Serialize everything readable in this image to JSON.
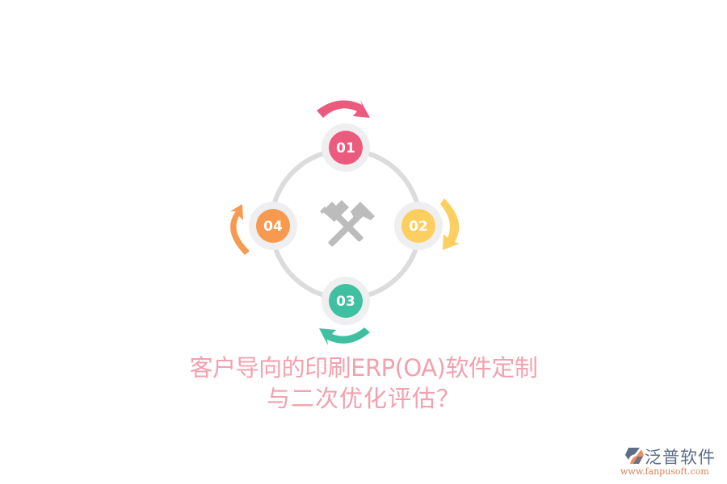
{
  "diagram": {
    "center_icon": "crossed-hammers-icon",
    "ring_color": "#dcdcdc",
    "node_halo_color": "#efeff1",
    "icon_color": "#bcbcbc",
    "nodes": [
      {
        "label": "01",
        "color": "#ec5a7e",
        "position": "top",
        "arrow_direction": "clockwise"
      },
      {
        "label": "02",
        "color": "#fdcf60",
        "position": "right",
        "arrow_direction": "clockwise"
      },
      {
        "label": "03",
        "color": "#3fc0a0",
        "position": "bottom",
        "arrow_direction": "clockwise"
      },
      {
        "label": "04",
        "color": "#f79a50",
        "position": "left",
        "arrow_direction": "clockwise"
      }
    ]
  },
  "title": {
    "line1": "客户导向的印刷ERP(OA)软件定制",
    "line2": "与二次优化评估？",
    "color": "#f4a0ad"
  },
  "logo": {
    "name": "泛普软件",
    "url": "www.fanpusoft.com"
  }
}
